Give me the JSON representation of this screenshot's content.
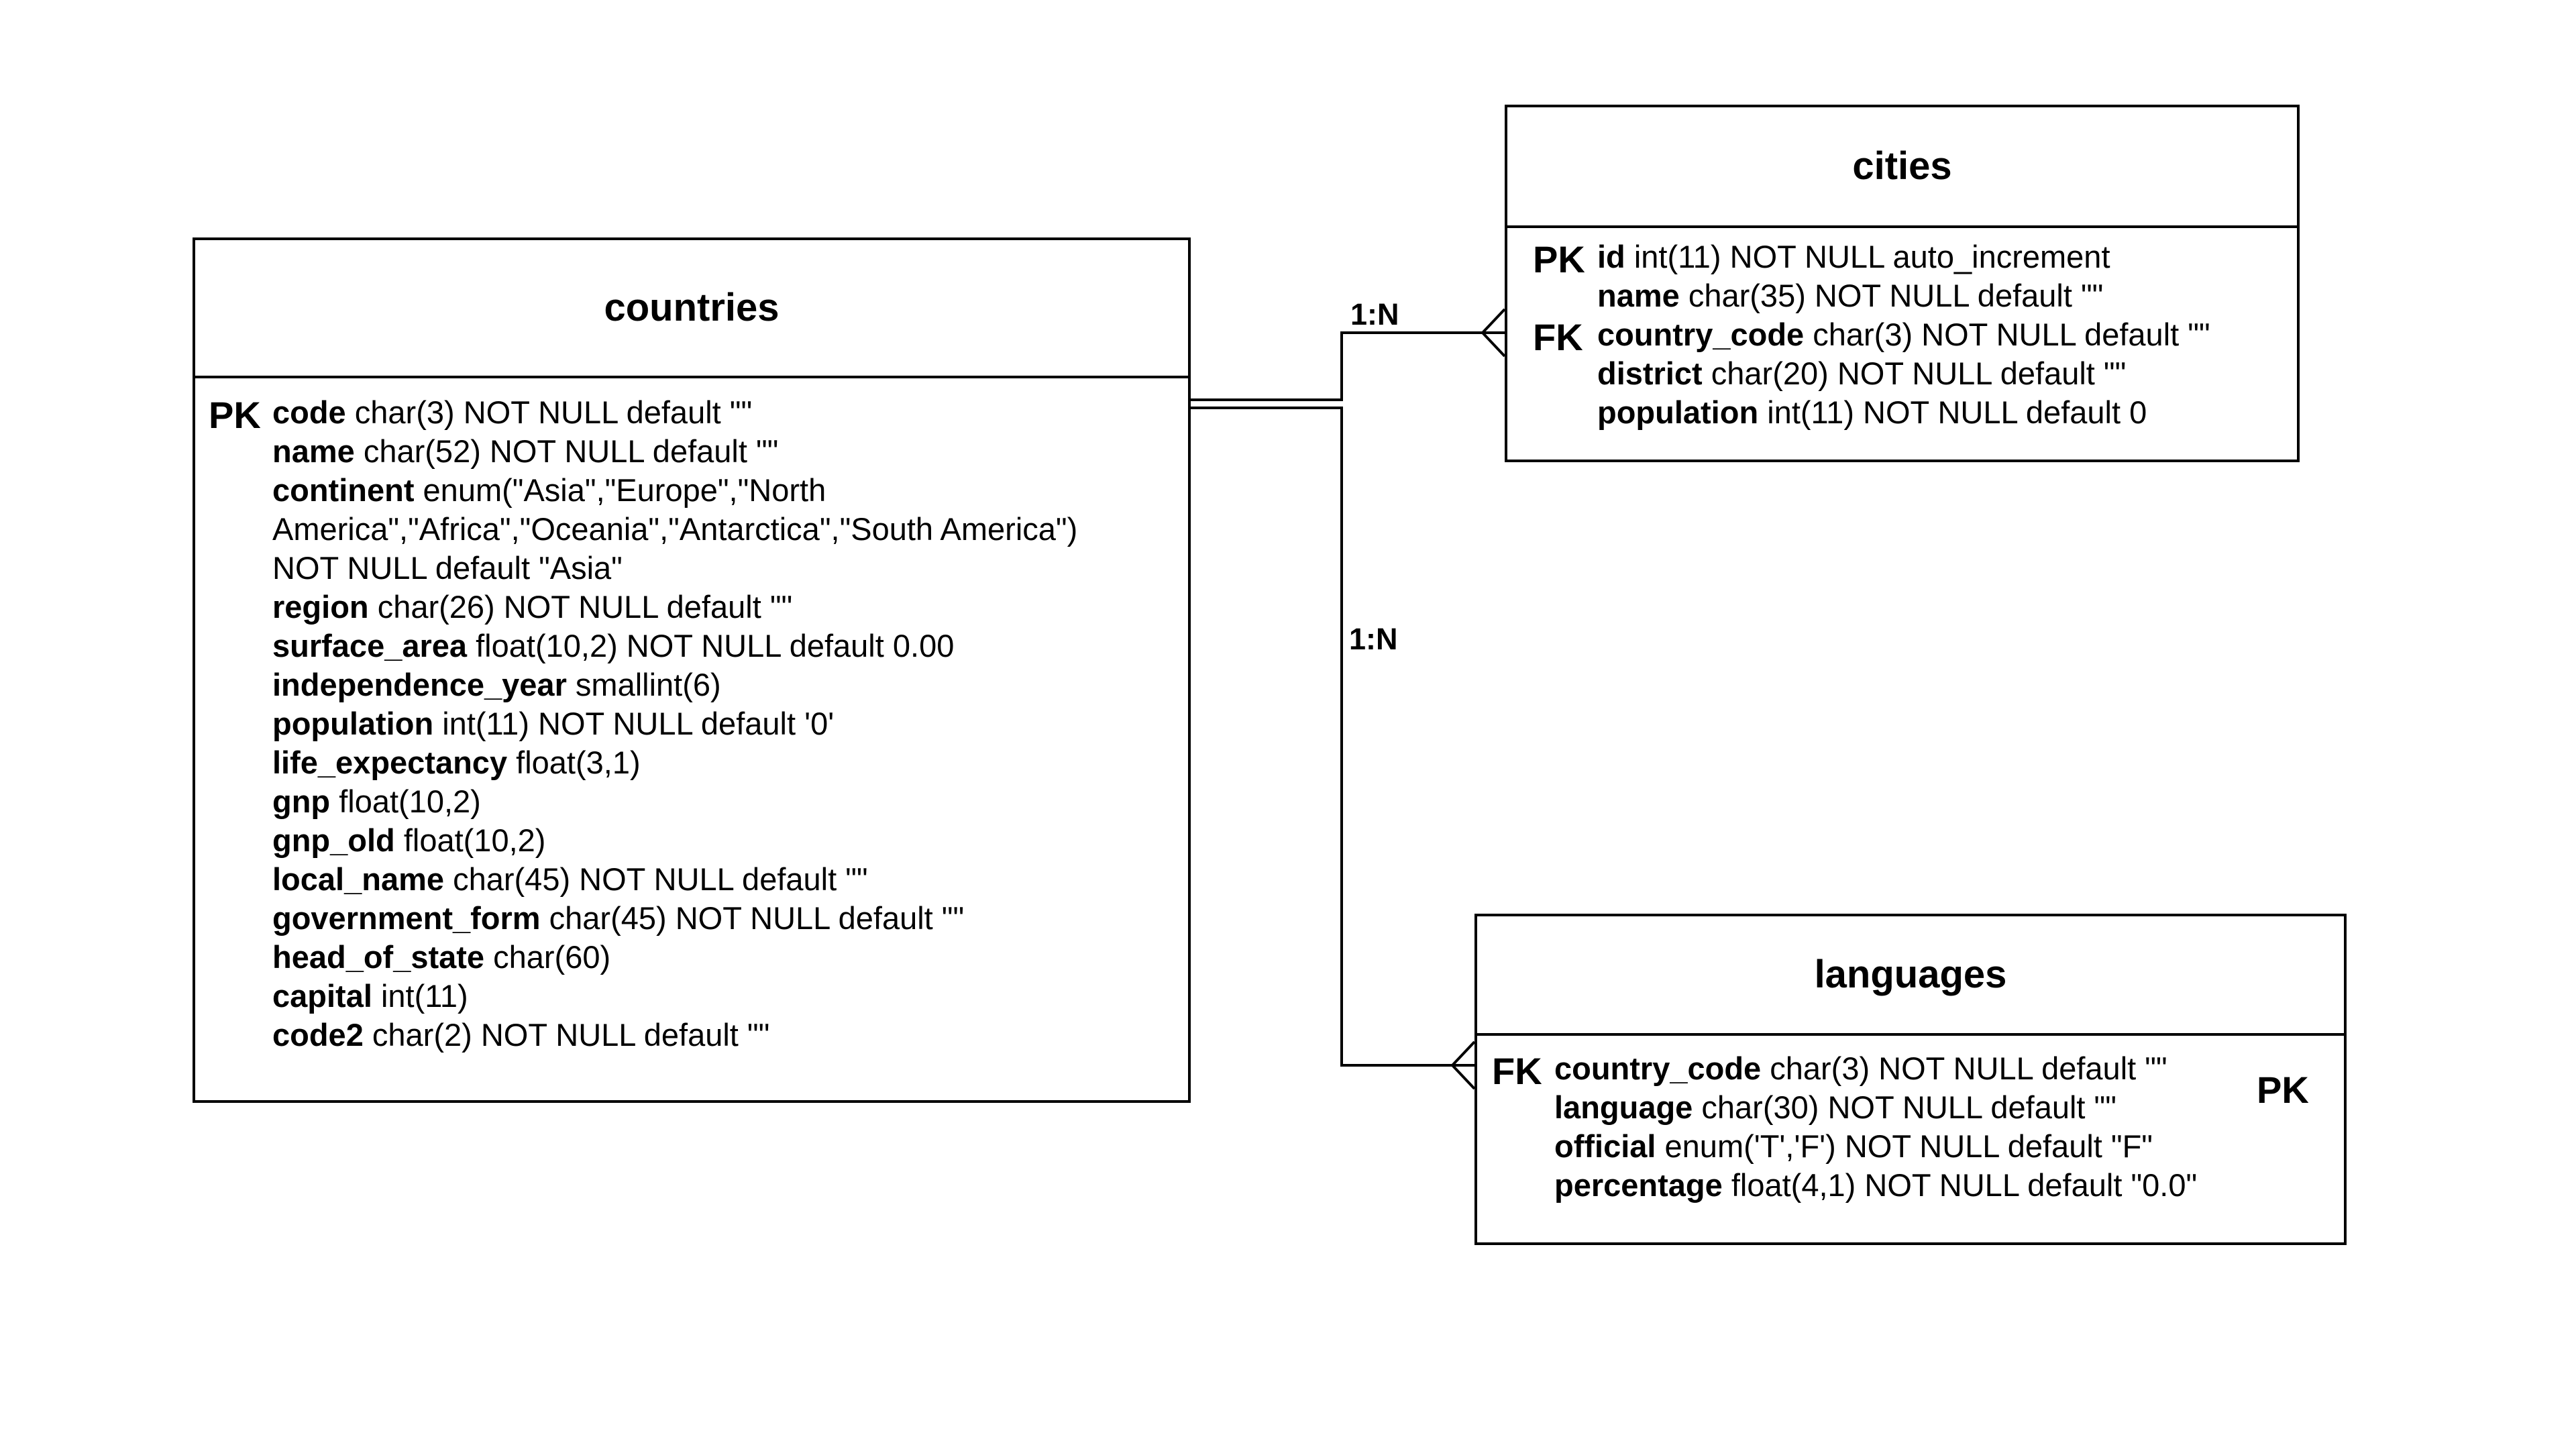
{
  "diagram": {
    "entities": {
      "countries": {
        "title": "countries",
        "key_markers": {
          "pk": "PK"
        },
        "fields": [
          {
            "name": "code",
            "type": "char(3) NOT NULL default \"\""
          },
          {
            "name": "name",
            "type": "char(52) NOT NULL default \"\""
          },
          {
            "name": "continent",
            "type": "enum(\"Asia\",\"Europe\",\"North"
          },
          {
            "name": "",
            "type": "America\",\"Africa\",\"Oceania\",\"Antarctica\",\"South America\")"
          },
          {
            "name": "",
            "type": "NOT NULL default \"Asia\""
          },
          {
            "name": "region",
            "type": "char(26) NOT NULL default \"\""
          },
          {
            "name": "surface_area",
            "type": "float(10,2) NOT NULL default 0.00"
          },
          {
            "name": "independence_year",
            "type": "smallint(6)"
          },
          {
            "name": "population",
            "type": "int(11) NOT NULL default '0'"
          },
          {
            "name": "life_expectancy",
            "type": "float(3,1)"
          },
          {
            "name": "gnp",
            "type": "float(10,2)"
          },
          {
            "name": "gnp_old",
            "type": "float(10,2)"
          },
          {
            "name": "local_name",
            "type": "char(45) NOT NULL default \"\""
          },
          {
            "name": "government_form",
            "type": "char(45) NOT NULL default \"\""
          },
          {
            "name": "head_of_state",
            "type": "char(60)"
          },
          {
            "name": "capital",
            "type": "int(11)"
          },
          {
            "name": "code2",
            "type": "char(2) NOT NULL default \"\""
          }
        ]
      },
      "cities": {
        "title": "cities",
        "key_markers": {
          "pk": "PK",
          "fk": "FK"
        },
        "fields": [
          {
            "name": "id",
            "type": "int(11) NOT NULL auto_increment"
          },
          {
            "name": "name",
            "type": "char(35) NOT NULL default \"\""
          },
          {
            "name": "country_code",
            "type": "char(3) NOT NULL default \"\""
          },
          {
            "name": "district",
            "type": "char(20) NOT NULL default \"\""
          },
          {
            "name": "population",
            "type": "int(11) NOT NULL default 0"
          }
        ]
      },
      "languages": {
        "title": "languages",
        "key_markers": {
          "fk": "FK",
          "pk": "PK"
        },
        "fields": [
          {
            "name": "country_code",
            "type": "char(3) NOT NULL default \"\""
          },
          {
            "name": "language",
            "type": "char(30) NOT NULL default \"\""
          },
          {
            "name": "official",
            "type": "enum('T','F') NOT NULL default \"F\""
          },
          {
            "name": "percentage",
            "type": "float(4,1) NOT NULL default \"0.0\""
          }
        ]
      }
    },
    "relationships": [
      {
        "from": "countries",
        "to": "cities",
        "label": "1:N"
      },
      {
        "from": "countries",
        "to": "languages",
        "label": "1:N"
      }
    ]
  }
}
